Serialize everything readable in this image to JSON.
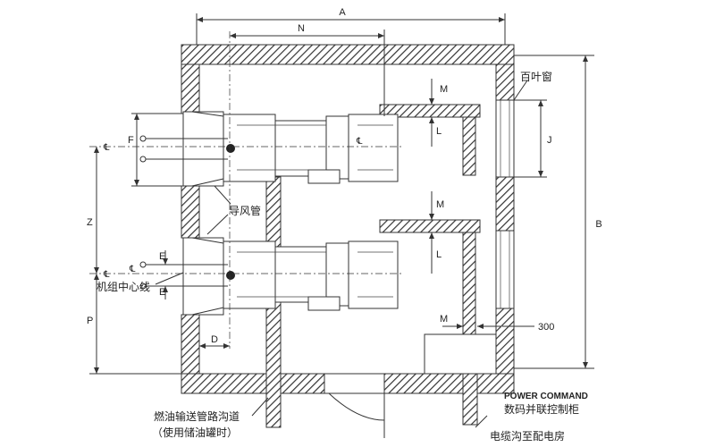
{
  "dimensions": {
    "A": "A",
    "N": "N",
    "B": "B",
    "M": "M",
    "L": "L",
    "J": "J",
    "F": "F",
    "Z": "Z",
    "P": "P",
    "D": "D",
    "E": "E",
    "width_300": "300"
  },
  "centerline_mark": "℄",
  "labels": {
    "louver": "百叶窗",
    "air_duct": "导风管",
    "unit_centerline": "机组中心线",
    "control_title": "POWER COMMAND",
    "control_subtitle": "数码并联控制柜",
    "fuel_trench_line1": "燃油输送管路沟道",
    "fuel_trench_line2": "（使用储油罐时）",
    "cable_trench": "电缆沟至配电房"
  }
}
